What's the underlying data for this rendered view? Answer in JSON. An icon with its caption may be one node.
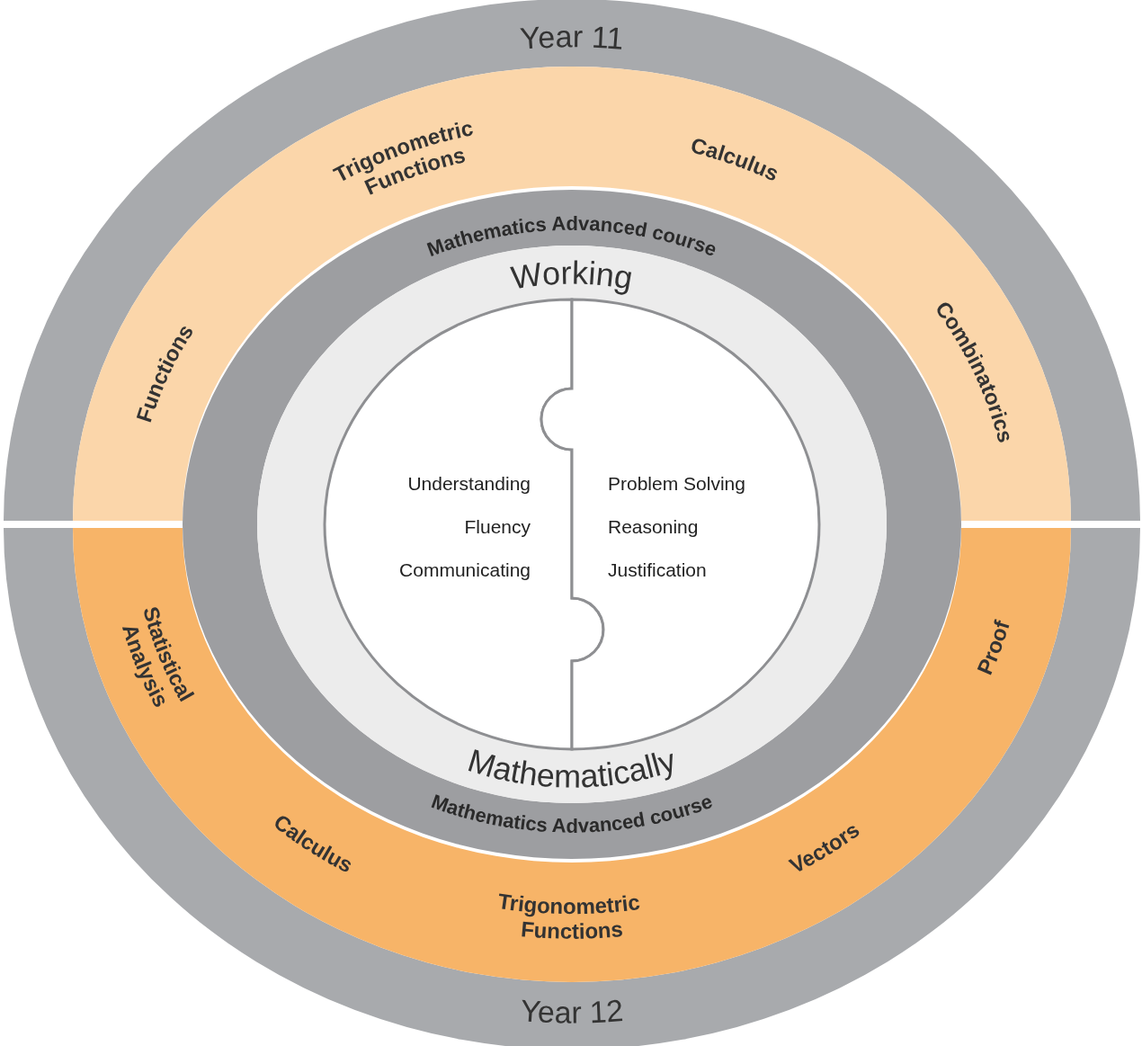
{
  "diagram": {
    "nodes": [
      {
        "text": [
          "Year 11"
        ]
      },
      {
        "text": [
          "Year 12"
        ]
      },
      {
        "text": [
          "Trigonometric Functions",
          "Calculus",
          "Functions",
          "Combinatorics"
        ]
      },
      {
        "text": [
          "Statistical Analysis",
          "Proof",
          "Calculus",
          "Vectors",
          "Trigonometric Functions"
        ]
      },
      {
        "text": [
          "Mathematics Advanced course"
        ]
      },
      {
        "text": [
          "Mathematics Advanced course"
        ]
      },
      {
        "text": [
          "Working",
          "Mathematically"
        ]
      },
      {
        "text": [
          "Understanding",
          "Fluency",
          "Communicating"
        ],
        "in": 6
      },
      {
        "text": [
          "Problem Solving",
          "Reasoning",
          "Justification"
        ],
        "in": 6
      }
    ]
  }
}
